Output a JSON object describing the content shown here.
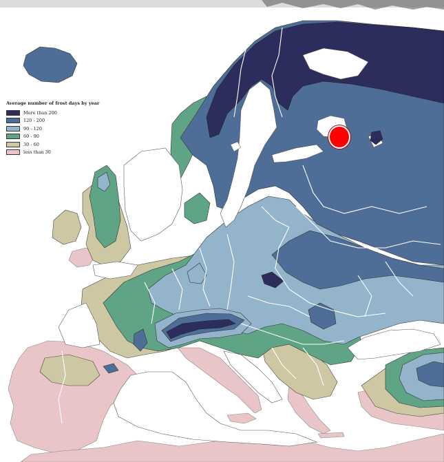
{
  "legend": {
    "title": "Average number of frost days by year",
    "items": [
      {
        "label": "More than 200",
        "color": "#2c2d5c"
      },
      {
        "label": "120 - 200",
        "color": "#4e6e98"
      },
      {
        "label": "90 - 120",
        "color": "#93b4cb"
      },
      {
        "label": "60 - 90",
        "color": "#5fa585"
      },
      {
        "label": "30 - 60",
        "color": "#cdc7a3"
      },
      {
        "label": "less than 30",
        "color": "#e9c5c8"
      }
    ]
  },
  "colors": {
    "water": "#ffffff",
    "border": "#ffffff",
    "marker": "#ff0000"
  },
  "marker": {
    "name": "red-location-marker",
    "color": "#ff0000"
  }
}
